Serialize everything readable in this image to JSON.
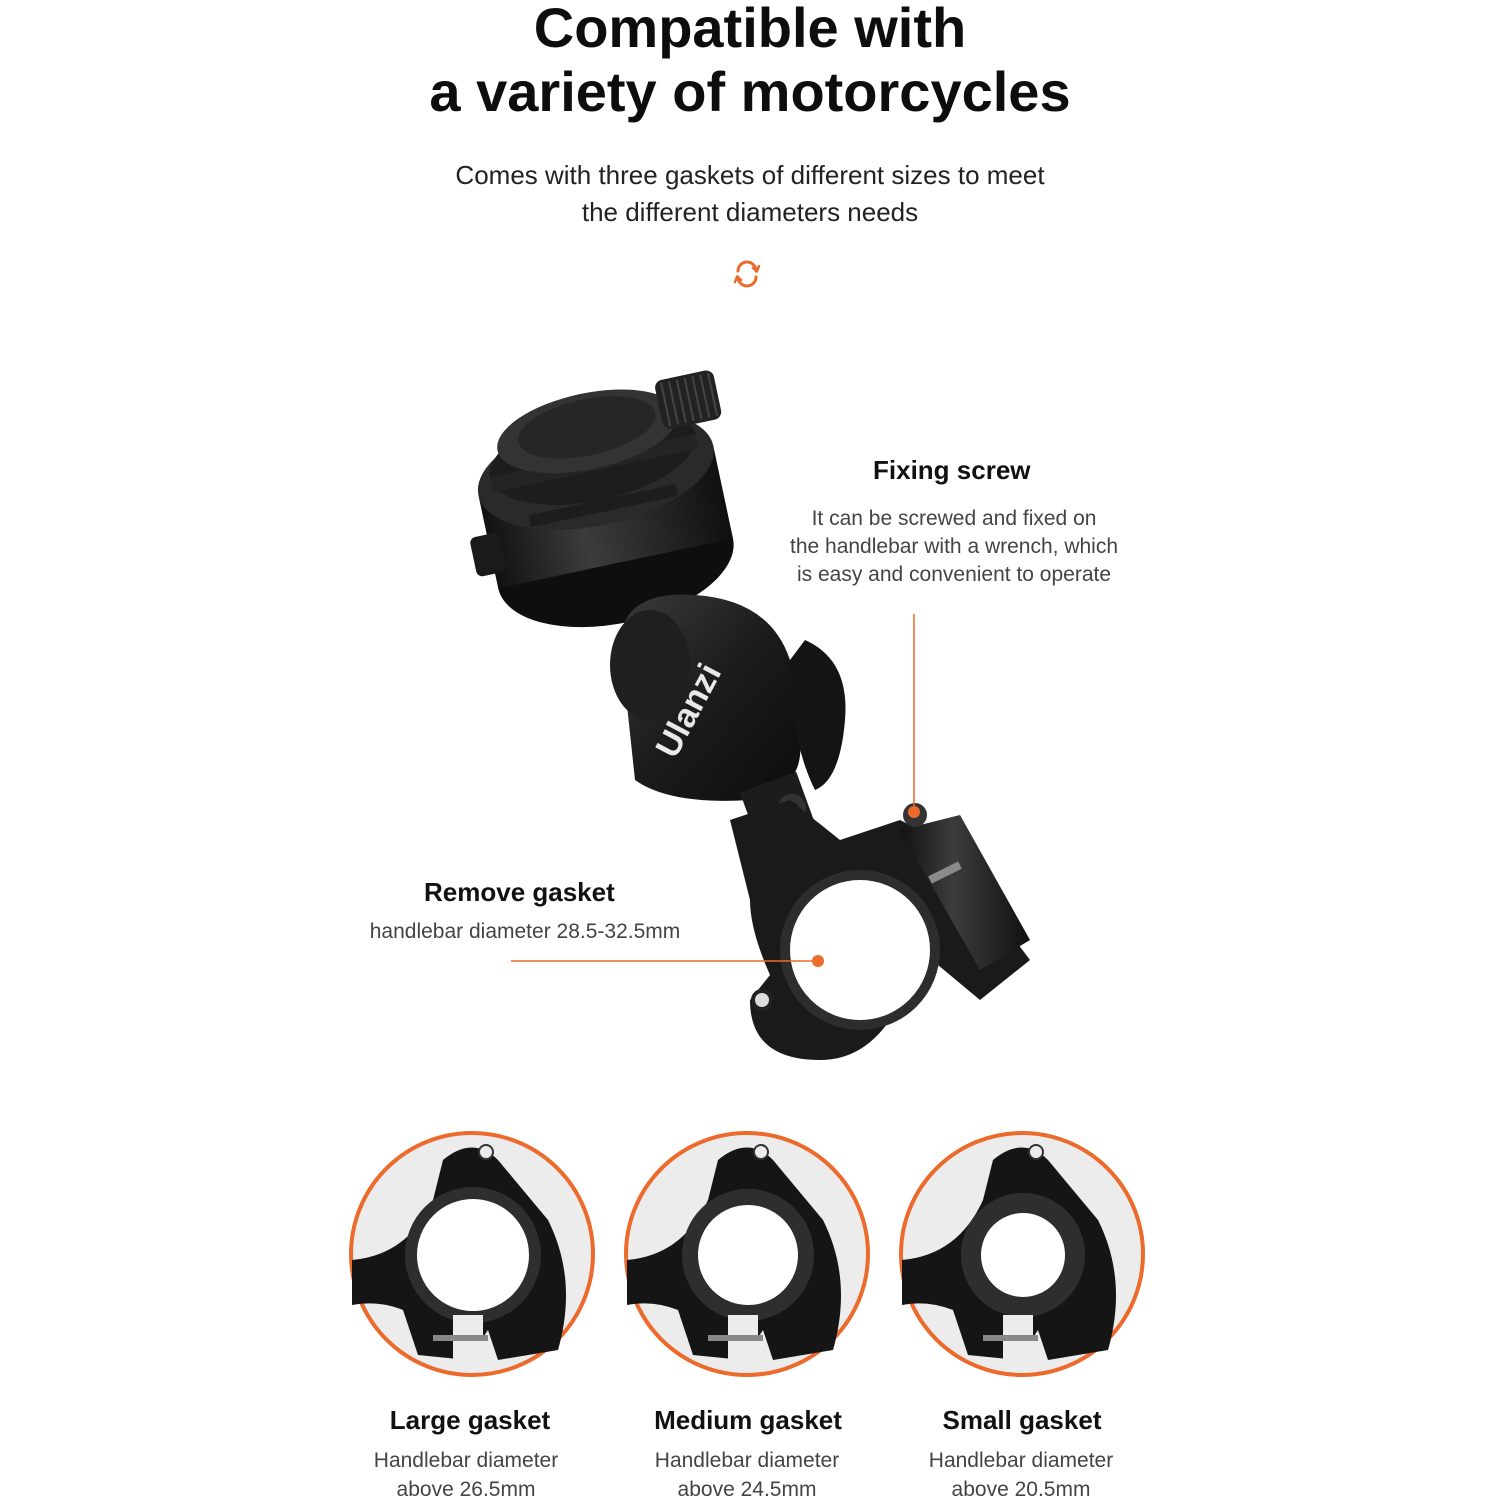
{
  "header": {
    "title_line1": "Compatible with",
    "title_line2": "a variety of motorcycles",
    "subtitle_line1": "Comes with three gaskets of different sizes to meet",
    "subtitle_line2": "the different diameters needs",
    "divider_icon": "circular-arrows-icon"
  },
  "product": {
    "brand": "Ulanzi"
  },
  "callouts": {
    "fixing_screw": {
      "title": "Fixing screw",
      "line1": "It can be screwed and fixed on",
      "line2": "the handlebar with a wrench, which",
      "line3": "is easy and convenient to operate"
    },
    "remove_gasket": {
      "title": "Remove gasket",
      "text": "handlebar diameter 28.5-32.5mm"
    }
  },
  "gaskets": [
    {
      "title": "Large gasket",
      "line1": "Handlebar diameter",
      "line2": "above 26.5mm"
    },
    {
      "title": "Medium gasket",
      "line1": "Handlebar diameter",
      "line2": "above 24.5mm"
    },
    {
      "title": "Small gasket",
      "line1": "Handlebar diameter",
      "line2": "above 20.5mm"
    }
  ],
  "colors": {
    "accent": "#ec6a2c",
    "product": "#1a1a1a",
    "background": "#ffffff"
  }
}
